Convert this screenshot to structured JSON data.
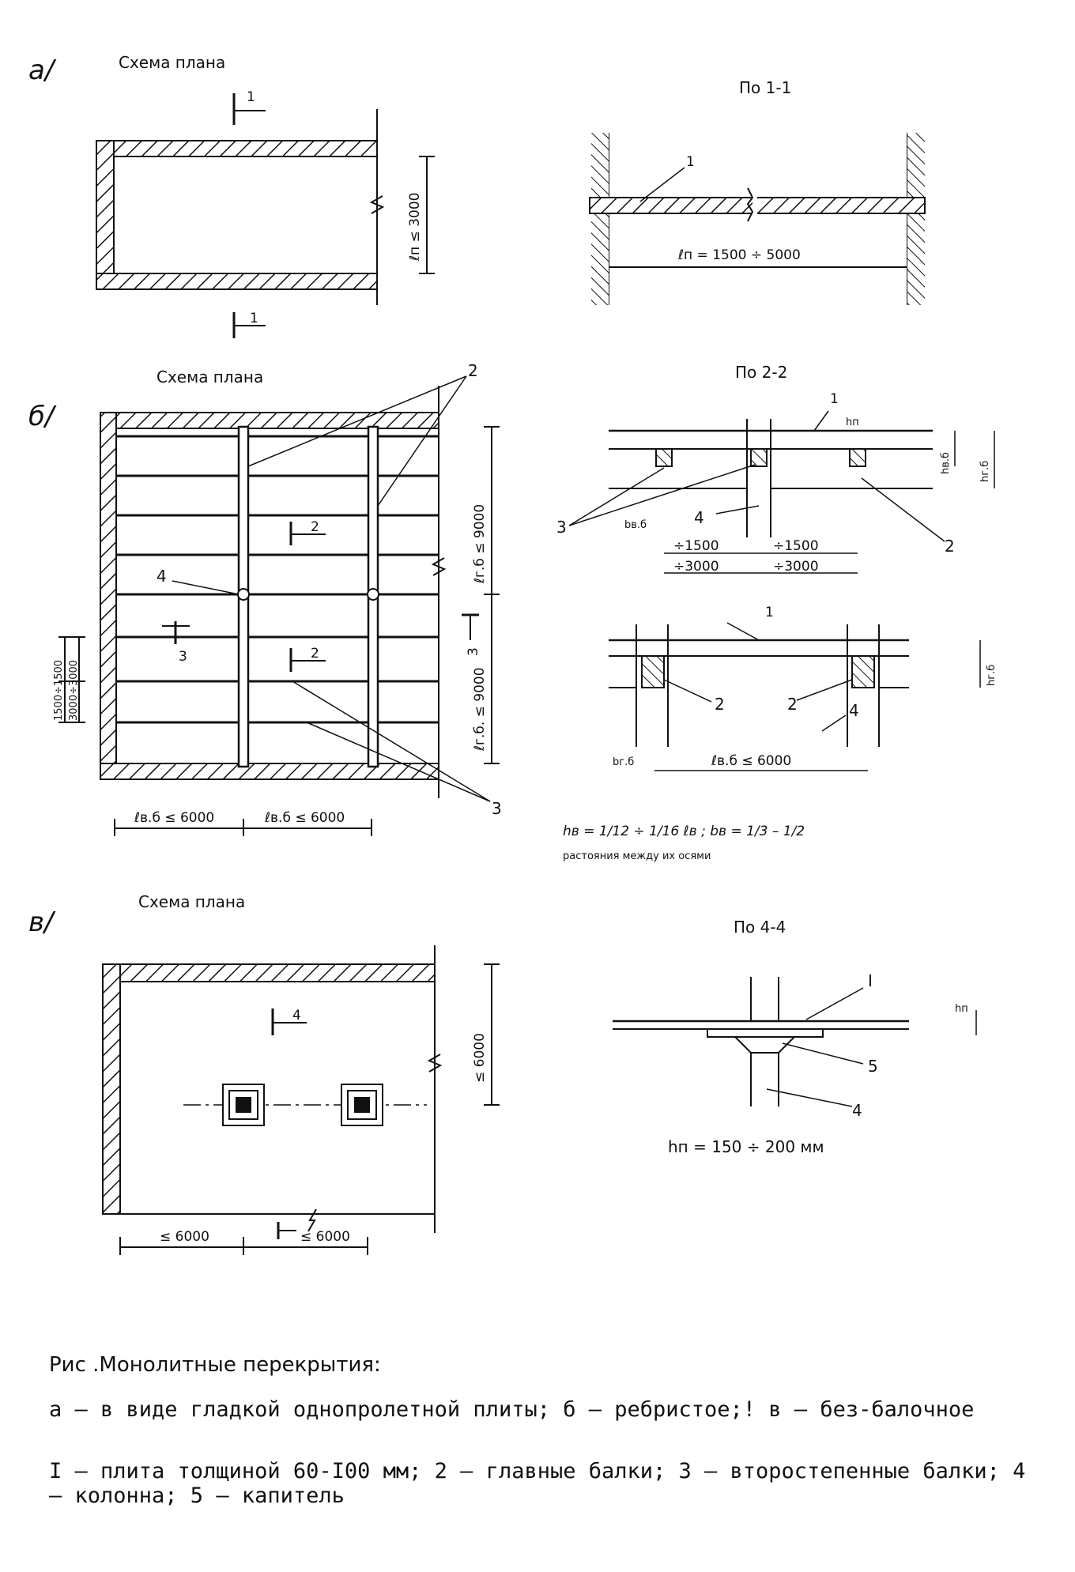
{
  "panels": {
    "a": {
      "letter": "a/",
      "plan_title": "Схема плана",
      "section_title": "По 1-1",
      "section_mark": "1",
      "dim_span": "ℓп ≤ 3000",
      "dim_section": "ℓп = 1500 ÷ 5000",
      "label_slab": "1"
    },
    "b": {
      "letter": "б/",
      "plan_title": "Схема плана",
      "section_title": "По 2-2",
      "section_marks": {
        "two": "2",
        "three": "3"
      },
      "dim_main_span": "ℓг.б ≤ 9000",
      "dim_main_span_2": "ℓг.б. ≤ 9000",
      "dim_sec_span_1": "ℓв.б ≤ 6000",
      "dim_sec_span_2": "ℓв.б ≤ 6000",
      "dim_left_1": "1500÷1500",
      "dim_left_2": "3000÷3000",
      "labels": {
        "l2": "2",
        "l3": "3",
        "l4": "4",
        "l1": "1"
      },
      "section_22_dims": [
        "÷1500",
        "÷1500",
        "÷3000",
        "÷3000"
      ],
      "section_22_marks": {
        "bvb": "bв.б",
        "hvb": "hв.б",
        "hgb": "hг.б",
        "hp": "hп"
      },
      "section_33_span": "ℓв.б ≤ 6000",
      "section_33_marks": {
        "bgb": "bг.б",
        "hgb": "hг.б"
      },
      "formula": "hв = 1/12 ÷ 1/16 ℓв ;   bв = 1/3 – 1/2",
      "formula_note": "растояния между их осями"
    },
    "c": {
      "letter": "в/",
      "plan_title": "Схема плана",
      "section_title": "По 4-4",
      "section_mark": "4",
      "dim_right": "≤ 6000",
      "dim_bottom_1": "≤ 6000",
      "dim_bottom_2": "≤ 6000",
      "labels": {
        "l1": "I",
        "l5": "5",
        "l4": "4"
      },
      "hp_mark": "hп",
      "note": "hп = 150 ÷ 200 мм"
    }
  },
  "caption": {
    "title": "Рис    .Монолитные перекрытия:",
    "line_a": "а – в виде гладкой однопролетной плиты; б – ребристое;! в – без-балочное",
    "line_b": "I – плита толщиной 60-I00 мм; 2 – главные балки; 3 – второстепенные балки; 4 – колонна; 5 – капитель"
  }
}
